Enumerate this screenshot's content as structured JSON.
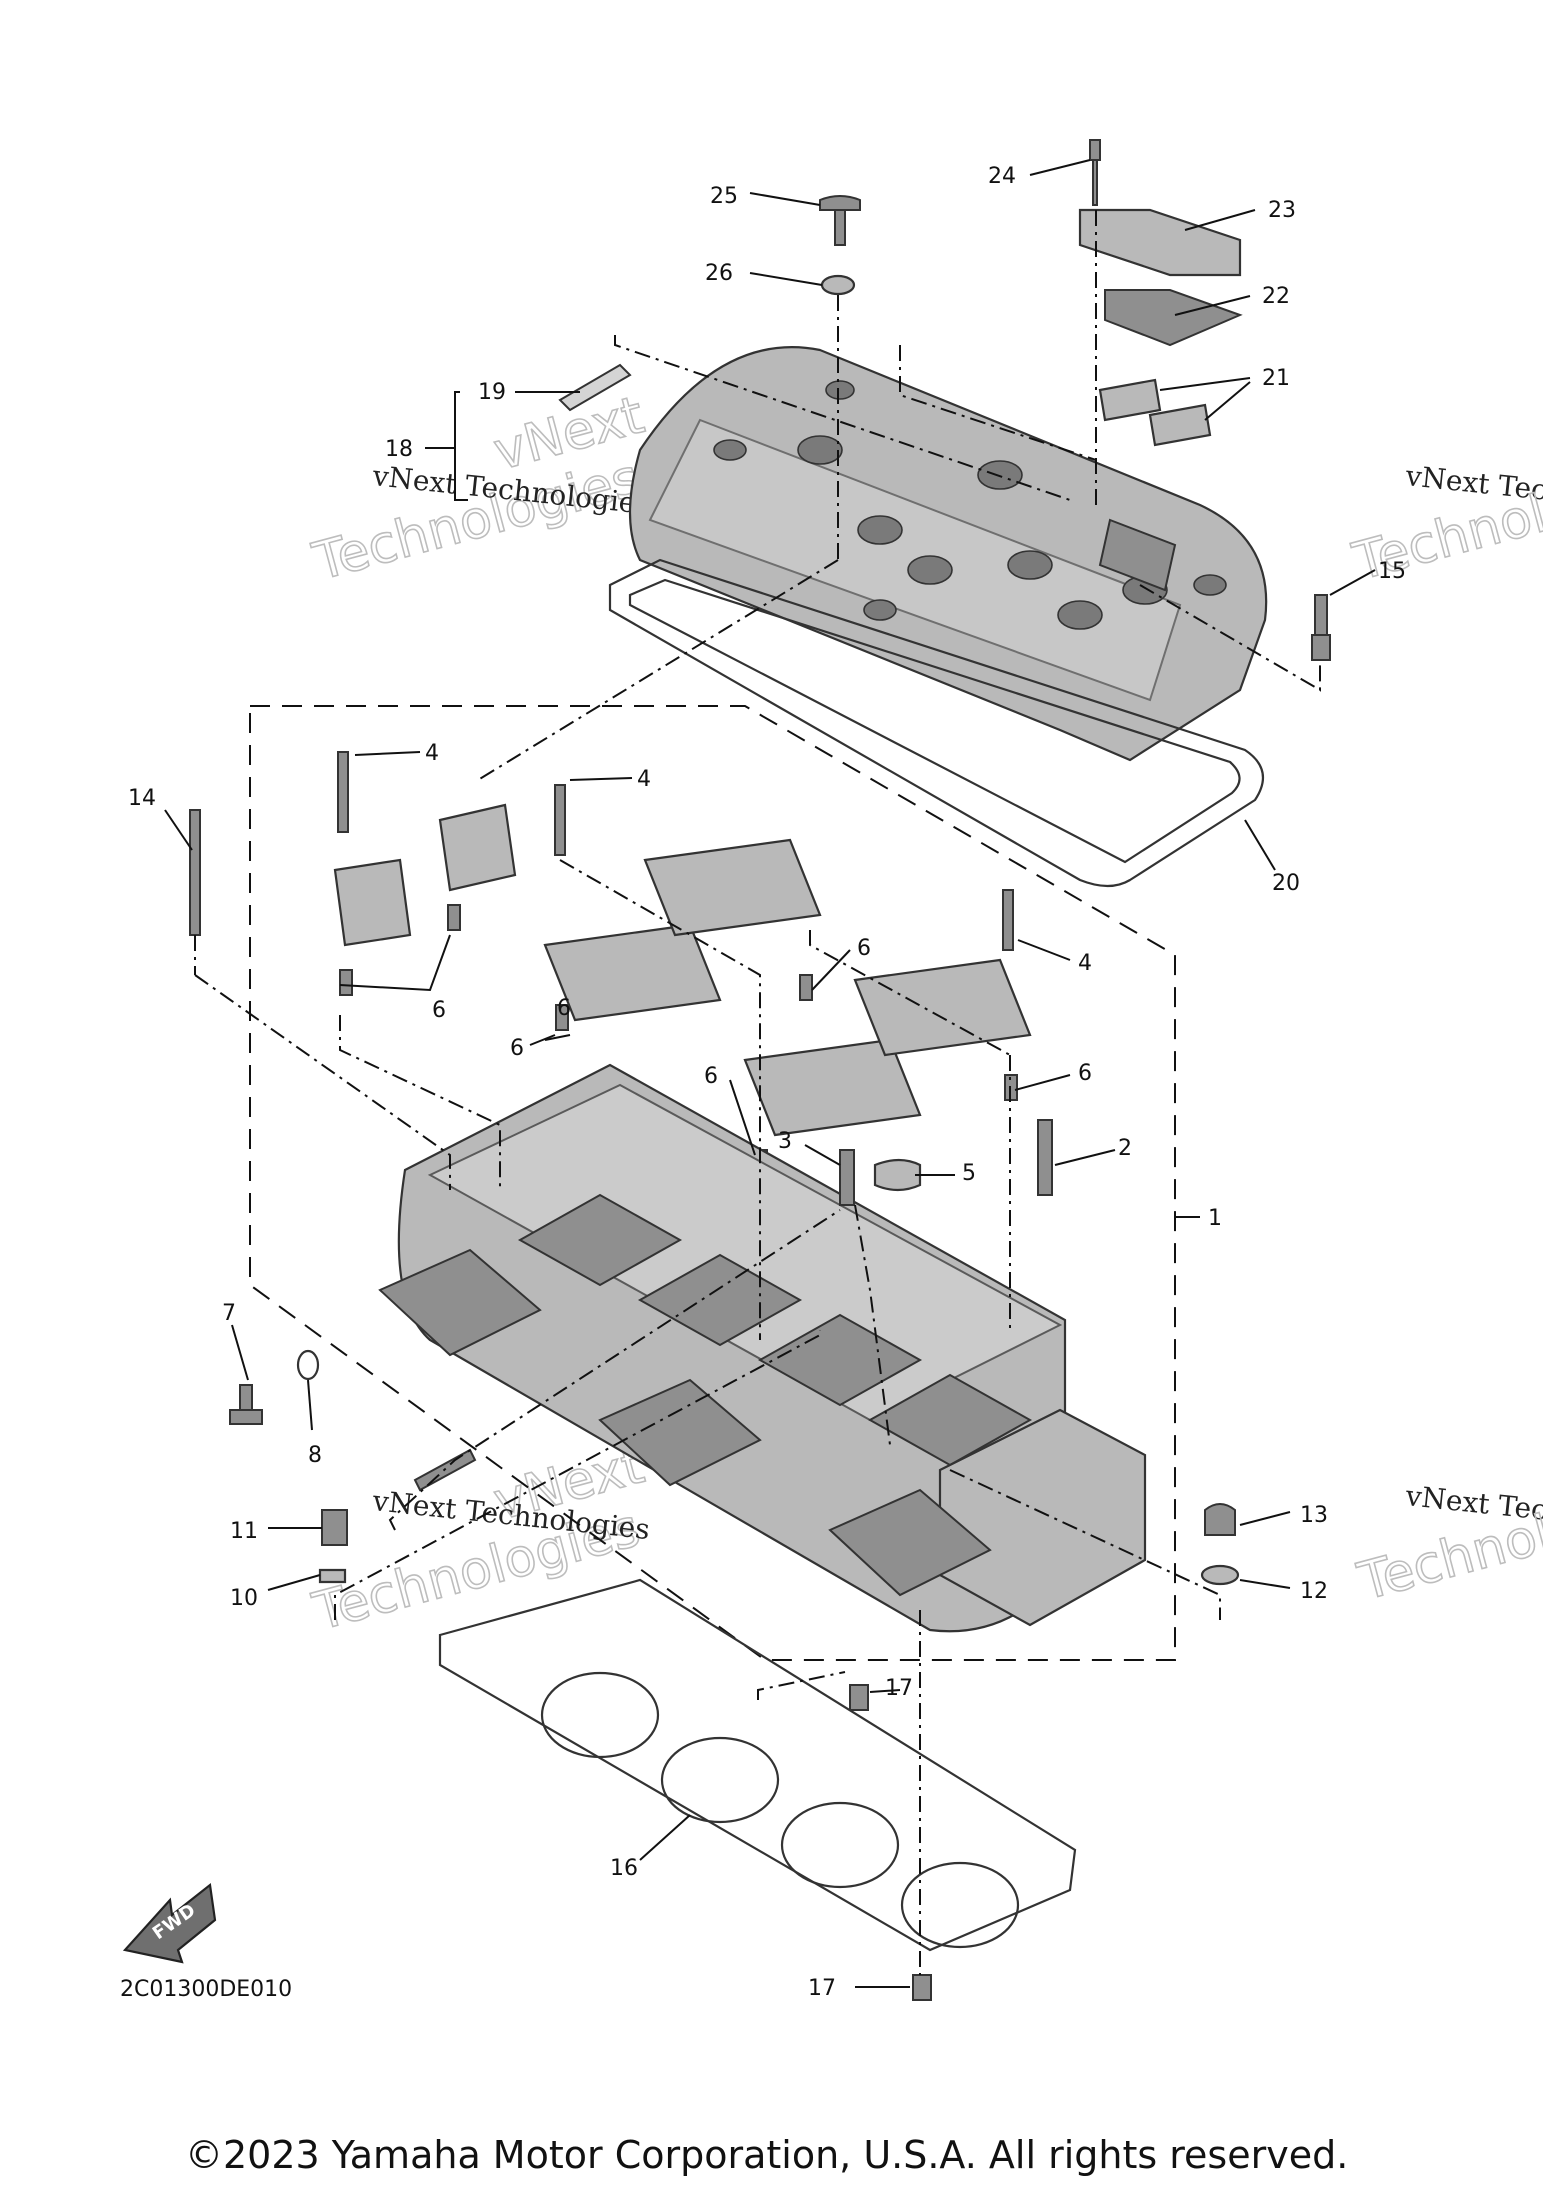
{
  "diagram": {
    "code": "2C01300DE010",
    "copyright": "©2023 Yamaha Motor Corporation, U.S.A. All rights reserved.",
    "fwd_label": "FWD",
    "watermark": {
      "line1": "vNext Technologies",
      "line2": "vNext",
      "line3": "Technologies"
    },
    "callouts": [
      "1",
      "2",
      "3",
      "4",
      "4",
      "4",
      "5",
      "6",
      "6",
      "6",
      "6",
      "6",
      "6",
      "7",
      "8",
      "10",
      "11",
      "12",
      "13",
      "14",
      "15",
      "16",
      "17",
      "17",
      "18",
      "19",
      "20",
      "21",
      "22",
      "23",
      "24",
      "25",
      "26"
    ]
  }
}
